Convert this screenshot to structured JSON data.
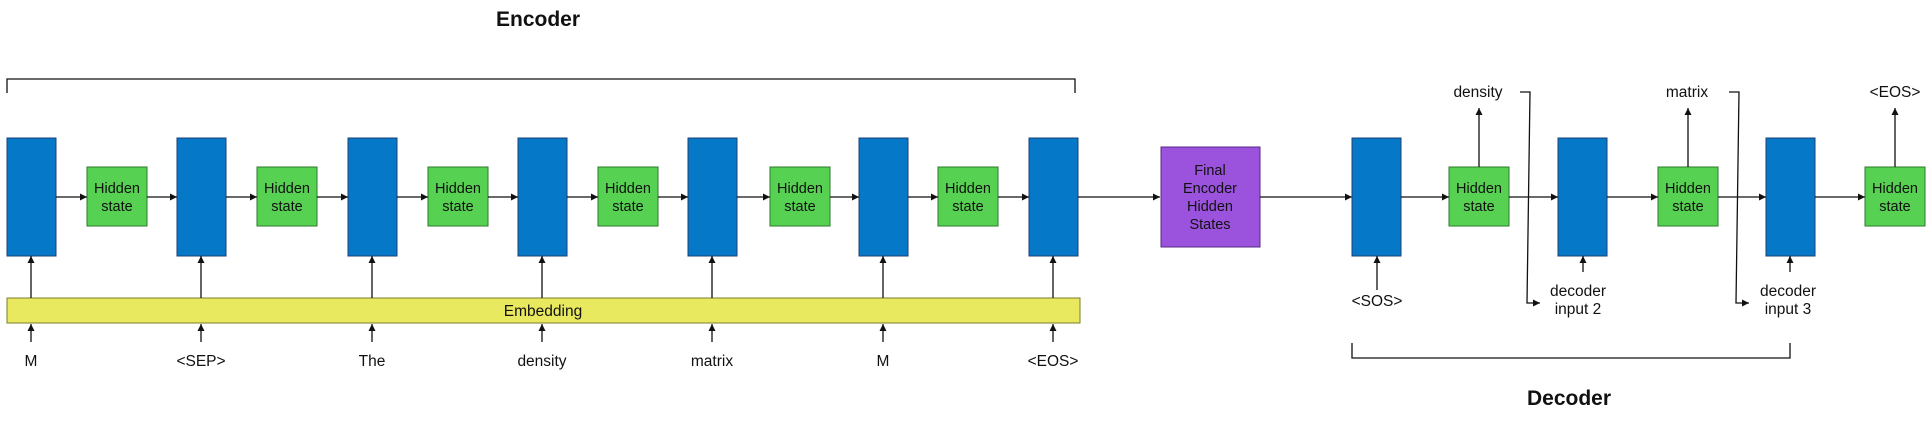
{
  "encoder": {
    "title": "Encoder",
    "hidden_label_line1": "Hidden",
    "hidden_label_line2": "state",
    "embedding_label": "Embedding",
    "input_tokens": [
      "M",
      "<SEP>",
      "The",
      "density",
      "matrix",
      "M",
      "<EOS>"
    ]
  },
  "final_states": {
    "lines": [
      "Final",
      "Encoder",
      "Hidden",
      "States"
    ]
  },
  "decoder": {
    "title": "Decoder",
    "hidden_label_line1": "Hidden",
    "hidden_label_line2": "state",
    "start_token": "<SOS>",
    "output_tokens": [
      "density",
      "matrix",
      "<EOS>"
    ],
    "inputs": [
      {
        "line1": "decoder",
        "line2": "input 2"
      },
      {
        "line1": "decoder",
        "line2": "input 3"
      }
    ]
  },
  "colors": {
    "rnn_cell": "#0579c8",
    "hidden_state": "#57d152",
    "embedding": "#e9e960",
    "final_states": "#9b52dc"
  }
}
